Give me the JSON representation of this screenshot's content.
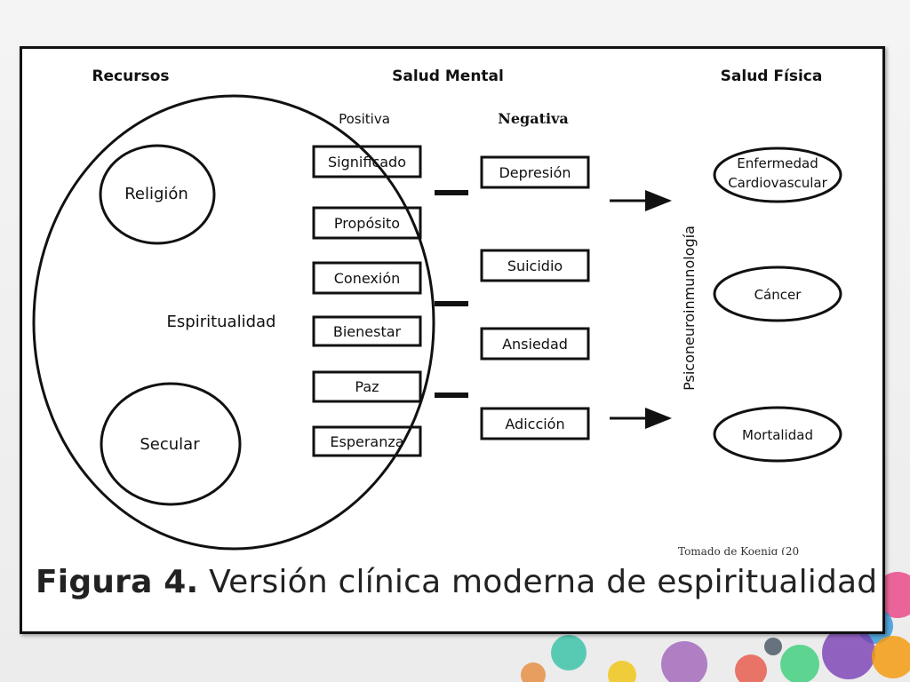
{
  "headers": {
    "recursos": "Recursos",
    "salud_mental": "Salud Mental",
    "salud_fisica": "Salud Física",
    "positiva": "Positiva",
    "negativa": "Negativa"
  },
  "recursos": {
    "outer": "Espiritualidad",
    "inner": [
      "Religión",
      "Secular"
    ]
  },
  "positiva_items": [
    "Significado",
    "Propósito",
    "Conexión",
    "Bienestar",
    "Paz",
    "Esperanza"
  ],
  "negativa_items": [
    "Depresión",
    "Suicidio",
    "Ansiedad",
    "Adicción"
  ],
  "mediator": "Psiconeuroinmunología",
  "salud_fisica_items": [
    {
      "line1": "Enfermedad",
      "line2": "Cardiovascular"
    },
    {
      "line1": "Cáncer"
    },
    {
      "line1": "Mortalidad"
    }
  ],
  "source": "Tomado de Koenig (20",
  "caption": {
    "number": "Figura 4.",
    "text": " Versión clínica moderna de espiritualidad"
  }
}
